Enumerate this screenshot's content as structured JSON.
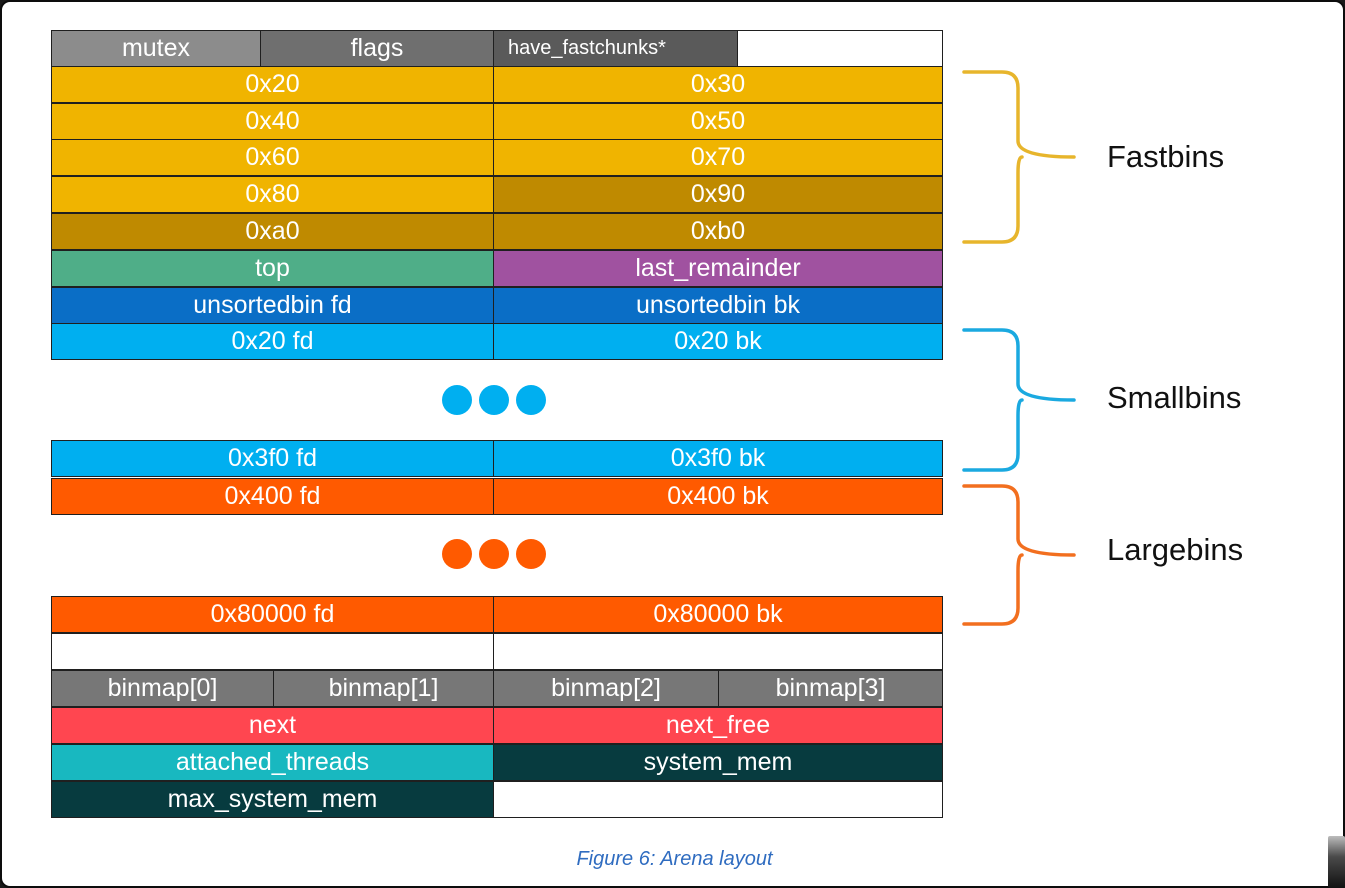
{
  "diagram": {
    "rows": [
      {
        "cells": [
          {
            "text": "mutex",
            "color": "#8c8c8c"
          },
          {
            "text": "flags",
            "color": "#6f6f6f"
          },
          {
            "text": "have_fastchunks*",
            "color": "#5a5a5a"
          },
          {
            "text": "",
            "color": "#ffffff"
          }
        ]
      },
      {
        "cells": [
          {
            "text": "0x20",
            "color": "#f0b400"
          },
          {
            "text": "0x30",
            "color": "#f0b400"
          }
        ]
      },
      {
        "cells": [
          {
            "text": "0x40",
            "color": "#f0b400"
          },
          {
            "text": "0x50",
            "color": "#f0b400"
          }
        ]
      },
      {
        "cells": [
          {
            "text": "0x60",
            "color": "#f0b400"
          },
          {
            "text": "0x70",
            "color": "#f0b400"
          }
        ]
      },
      {
        "cells": [
          {
            "text": "0x80",
            "color": "#f0b400"
          },
          {
            "text": "0x90",
            "color": "#bf8a00"
          }
        ]
      },
      {
        "cells": [
          {
            "text": "0xa0",
            "color": "#bf8a00"
          },
          {
            "text": "0xb0",
            "color": "#bf8a00"
          }
        ]
      },
      {
        "cells": [
          {
            "text": "top",
            "color": "#4fae88"
          },
          {
            "text": "last_remainder",
            "color": "#a052a0"
          }
        ]
      },
      {
        "cells": [
          {
            "text": "unsortedbin fd",
            "color": "#0a6ec6"
          },
          {
            "text": "unsortedbin bk",
            "color": "#0a6ec6"
          }
        ]
      },
      {
        "cells": [
          {
            "text": "0x20 fd",
            "color": "#00aff0"
          },
          {
            "text": "0x20 bk",
            "color": "#00aff0"
          }
        ]
      },
      {
        "cells": [
          {
            "text": "0x3f0 fd",
            "color": "#00aff0"
          },
          {
            "text": "0x3f0 bk",
            "color": "#00aff0"
          }
        ]
      },
      {
        "cells": [
          {
            "text": "0x400 fd",
            "color": "#ff5a00"
          },
          {
            "text": "0x400 bk",
            "color": "#ff5a00"
          }
        ]
      },
      {
        "cells": [
          {
            "text": "0x80000 fd",
            "color": "#ff5a00"
          },
          {
            "text": "0x80000 bk",
            "color": "#ff5a00"
          }
        ]
      },
      {
        "cells": [
          {
            "text": "",
            "color": "#ffffff"
          },
          {
            "text": "",
            "color": "#ffffff"
          }
        ]
      },
      {
        "cells": [
          {
            "text": "binmap[0]",
            "color": "#777777"
          },
          {
            "text": "binmap[1]",
            "color": "#777777"
          },
          {
            "text": "binmap[2]",
            "color": "#777777"
          },
          {
            "text": "binmap[3]",
            "color": "#777777"
          }
        ]
      },
      {
        "cells": [
          {
            "text": "next",
            "color": "#ff4650"
          },
          {
            "text": "next_free",
            "color": "#ff4650"
          }
        ]
      },
      {
        "cells": [
          {
            "text": "attached_threads",
            "color": "#18b8c0"
          },
          {
            "text": "system_mem",
            "color": "#073b3f"
          }
        ]
      },
      {
        "cells": [
          {
            "text": "max_system_mem",
            "color": "#073b3f"
          },
          {
            "text": "",
            "color": "#ffffff"
          }
        ]
      }
    ],
    "ellipses": [
      {
        "color": "#00aff0"
      },
      {
        "color": "#ff5a00"
      }
    ],
    "groups": [
      {
        "label": "Fastbins",
        "color": "#e7b52c"
      },
      {
        "label": "Smallbins",
        "color": "#1aa9e0"
      },
      {
        "label": "Largebins",
        "color": "#f26f1f"
      }
    ]
  },
  "caption": "Figure 6: Arena layout"
}
